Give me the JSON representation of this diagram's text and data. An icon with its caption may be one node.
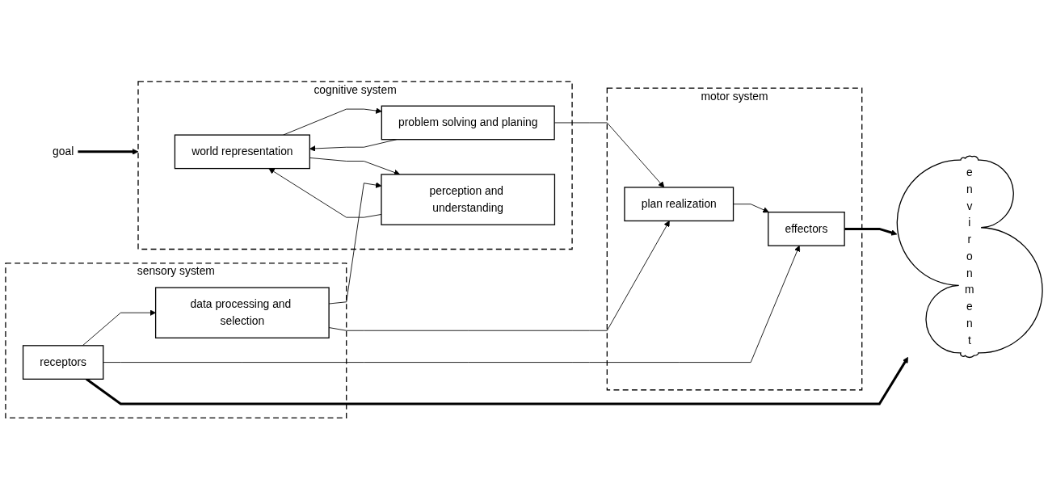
{
  "diagram": {
    "nodes": [
      {
        "text": [
          "cognitive system"
        ]
      },
      {
        "text": [
          "world representation"
        ],
        "in": 0
      },
      {
        "text": [
          "problem solving and planing"
        ],
        "in": 0
      },
      {
        "text": [
          "perception and understanding"
        ],
        "in": 0
      },
      {
        "text": [
          "motor system"
        ]
      },
      {
        "text": [
          "plan realization"
        ],
        "in": 4
      },
      {
        "text": [
          "effectors"
        ],
        "in": 4
      },
      {
        "text": [
          "sensory system"
        ]
      },
      {
        "text": [
          "data processing and selection"
        ],
        "in": 7
      },
      {
        "text": [
          "receptors"
        ],
        "in": 7
      },
      {
        "text": [
          "environment"
        ]
      },
      {
        "text": [
          "goal"
        ]
      }
    ],
    "edges": [
      {
        "from": 11,
        "to": 0,
        "arrow": "to",
        "style": "thick"
      },
      {
        "from": 2,
        "to": 1,
        "arrow": "to"
      },
      {
        "from": 1,
        "to": 2,
        "arrow": "to"
      },
      {
        "from": 1,
        "to": 3,
        "arrow": "to"
      },
      {
        "from": 3,
        "to": 1,
        "arrow": "to"
      },
      {
        "from": 2,
        "to": 5,
        "arrow": "to"
      },
      {
        "from": 5,
        "to": 6,
        "arrow": "to"
      },
      {
        "from": 8,
        "to": 5,
        "arrow": "to"
      },
      {
        "from": 9,
        "to": 6,
        "arrow": "to"
      },
      {
        "from": 9,
        "to": 8,
        "arrow": "to"
      },
      {
        "from": 8,
        "to": 3,
        "arrow": "to"
      },
      {
        "from": 6,
        "to": 10,
        "arrow": "to",
        "style": "thick"
      },
      {
        "from": 9,
        "to": 10,
        "arrow": "to",
        "style": "thick"
      }
    ]
  }
}
